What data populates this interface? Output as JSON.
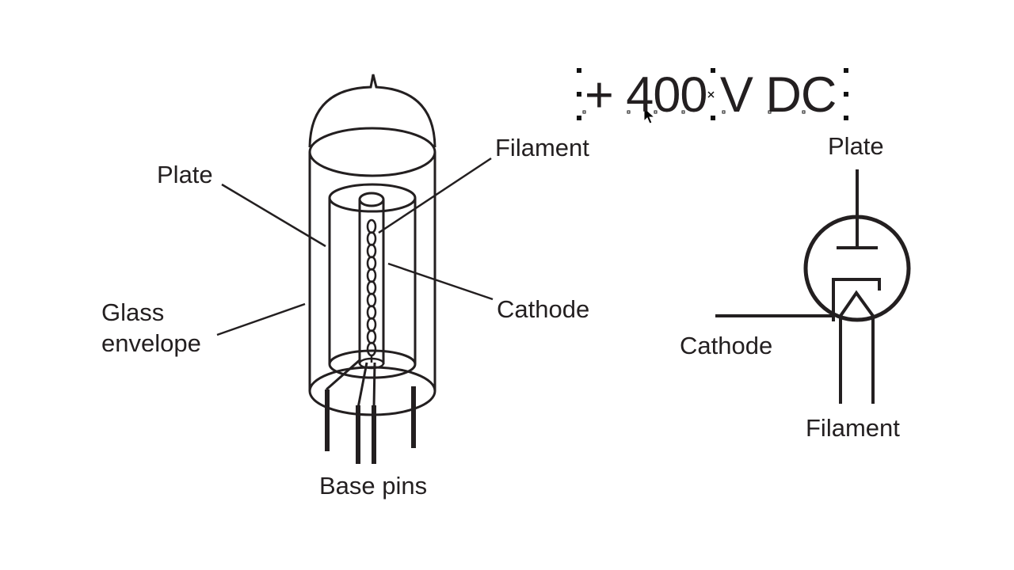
{
  "tube_labels": {
    "plate": "Plate",
    "filament": "Filament",
    "glass_line1": "Glass",
    "glass_line2": "envelope",
    "cathode": "Cathode",
    "base_pins": "Base pins"
  },
  "voltage_text": "+ 400 V DC",
  "symbol_labels": {
    "plate": "Plate",
    "cathode": "Cathode",
    "filament": "Filament"
  },
  "colors": {
    "ink": "#231f20",
    "background": "#ffffff"
  }
}
